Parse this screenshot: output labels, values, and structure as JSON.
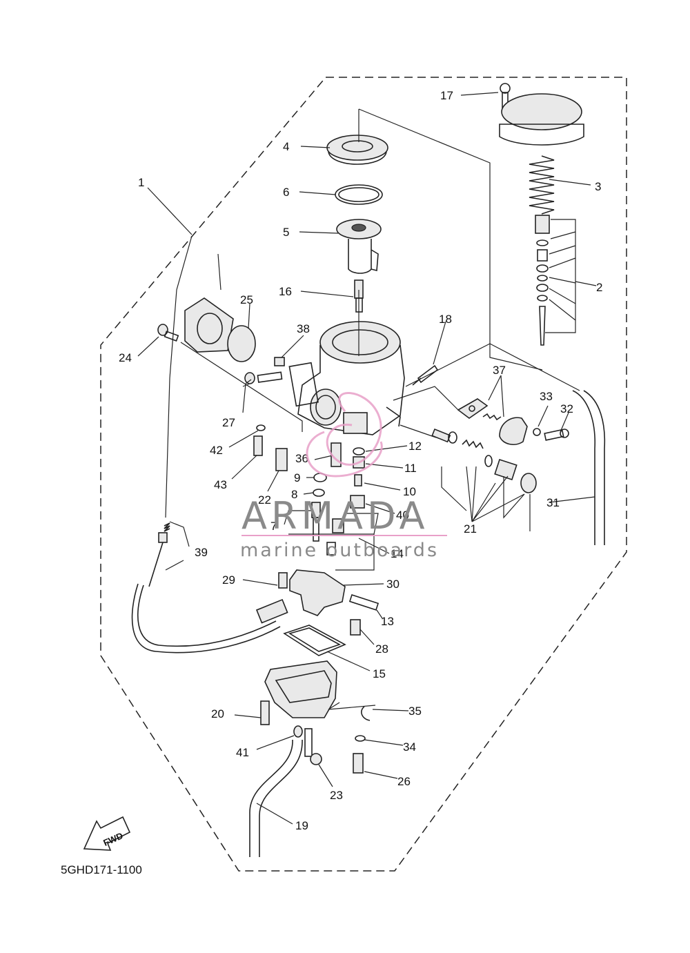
{
  "diagram": {
    "part_code": "5GHD171-1100",
    "fwd_label": "FWD",
    "callouts": [
      "1",
      "2",
      "3",
      "4",
      "5",
      "6",
      "7",
      "8",
      "9",
      "10",
      "11",
      "12",
      "13",
      "14",
      "15",
      "16",
      "17",
      "18",
      "19",
      "20",
      "21",
      "22",
      "23",
      "24",
      "25",
      "26",
      "27",
      "28",
      "29",
      "30",
      "31",
      "32",
      "33",
      "34",
      "35",
      "36",
      "37",
      "38",
      "39",
      "40",
      "41",
      "42",
      "43"
    ]
  },
  "watermark": {
    "brand": "ARMADA",
    "tagline": "marine outboards",
    "accent_color": "#e8a0c8"
  }
}
